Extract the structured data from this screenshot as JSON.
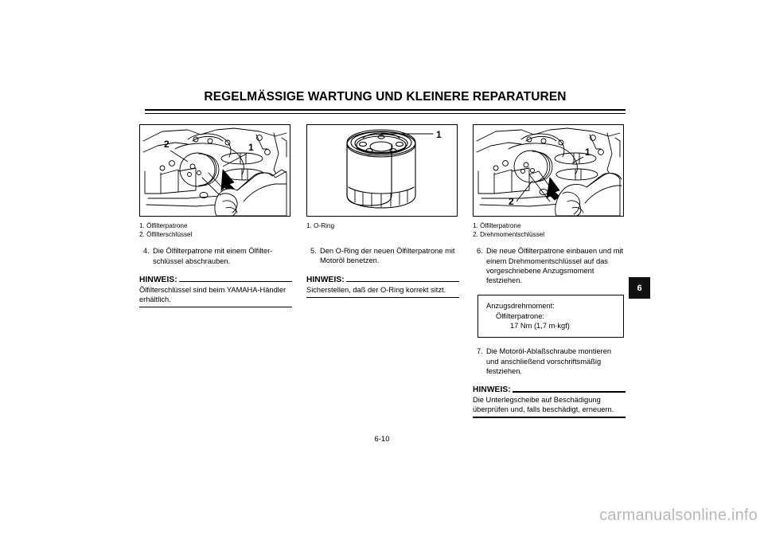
{
  "header": {
    "title": "REGELMÄSSIGE WARTUNG UND KLEINERE REPARATUREN"
  },
  "side_tab": {
    "label": "6"
  },
  "page_number": "6-10",
  "watermark": "carmanualsonline.info",
  "columns": [
    {
      "id": "column-left",
      "figure": {
        "name": "oil-filter-cartridge-removal-figure",
        "callouts": [
          "2",
          "1"
        ]
      },
      "figure_caption": [
        "1.  Ölfilterpatrone",
        "2.  Ölfilterschlüssel"
      ],
      "steps": [
        {
          "num": "4.",
          "text": "Die Ölfilterpatrone mit einem Ölfilter-schlüssel abschrauben."
        }
      ],
      "notes": [
        {
          "head": "HINWEIS:",
          "body": "Ölfilterschlüssel sind beim YAMAHA-Händler erhältlich."
        }
      ]
    },
    {
      "id": "column-middle",
      "figure": {
        "name": "oil-filter-cartridge-o-ring-figure",
        "callouts": [
          "1"
        ]
      },
      "figure_caption": [
        "1.  O-Ring"
      ],
      "steps": [
        {
          "num": "5.",
          "text": "Den O-Ring der neuen Ölfilterpatrone mit Motoröl benetzen."
        }
      ],
      "notes": [
        {
          "head": "HINWEIS:",
          "body": "Sicherstellen, daß der O-Ring korrekt sitzt."
        }
      ]
    },
    {
      "id": "column-right",
      "figure": {
        "name": "oil-filter-cartridge-install-torque-figure",
        "callouts": [
          "1",
          "2"
        ]
      },
      "figure_caption": [
        "1.  Ölfilterpatrone",
        "2.  Drehmomentschlüssel"
      ],
      "steps": [
        {
          "num": "6.",
          "text": "Die neue Ölfilterpatrone einbauen und mit einem Drehmomentschlüssel auf das vorgeschriebene Anzugsmoment festziehen."
        },
        {
          "num": "7.",
          "text": "Die Motoröl-Ablaßschraube montieren und anschließend vorschriftsmäßig festziehen."
        }
      ],
      "spec_box": {
        "line1": "Anzugsdrehmoment:",
        "line2": "Ölfilterpatrone:",
        "line3": "17 Nm (1,7 m·kgf)"
      },
      "notes": [
        {
          "head": "HINWEIS:",
          "body": "Die Unterlegscheibe auf Beschädigung überprüfen und, falls beschädigt, erneuern."
        }
      ]
    }
  ]
}
